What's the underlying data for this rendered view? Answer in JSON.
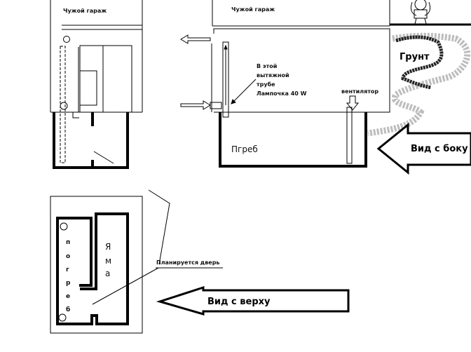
{
  "top_view_left": {
    "garage_label": "Чужой гараж"
  },
  "side_view": {
    "garage_label": "Чужой гараж",
    "pipe_note": [
      "В этой",
      "вытяжной",
      "трубе",
      "Лампочка 40 W"
    ],
    "fan_label": "вентилятор",
    "cellar_label": "Пгреб",
    "soil_label": "Грунт",
    "arrow_label": "Вид с боку"
  },
  "plan_view": {
    "cellar_letters": [
      "п",
      "о",
      "г",
      "р",
      "е",
      "б"
    ],
    "pit_letters": [
      "Я",
      "м",
      "а"
    ],
    "door_note": "Планируется дверь",
    "arrow_label": "Вид с верху"
  },
  "colors": {
    "line": "#000000",
    "soil_gray": "#bdbdbd"
  }
}
